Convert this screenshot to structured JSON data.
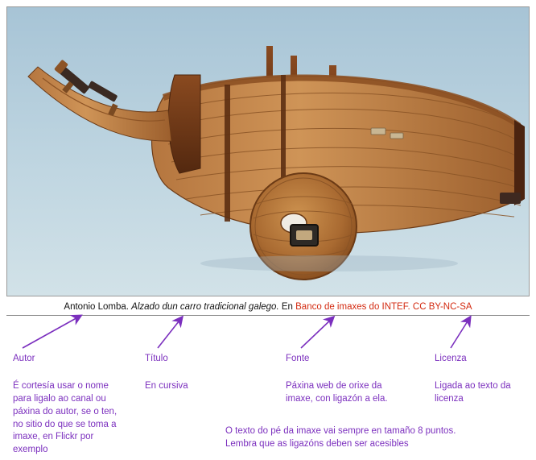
{
  "figure": {
    "alt_description": "Alzado dun carro tradicional galego",
    "background_colors": {
      "sky_top": "#a9c5d6",
      "sky_bottom": "#cfe0e6",
      "wood_light": "#c98a4b",
      "wood_mid": "#a9652f",
      "wood_dark": "#7a3f1c",
      "wood_deep": "#5e2d12"
    }
  },
  "caption": {
    "author": "Antonio Lomba.",
    "title": "Alzado dun carro tradicional galego.",
    "connector": "En",
    "source": "Banco de imaxes do INTEF.",
    "license": "CC BY-NC-SA",
    "link_color": "#d32a10"
  },
  "annotations": {
    "accent_color": "#7b2fbe",
    "items": [
      {
        "id": "autor",
        "label": "Autor",
        "note": "É cortesía usar o nome\npara ligalo ao canal ou\npáxina do autor, se o ten,\nno sitio do que se toma a\nimaxe, en Flickr por\nexemplo"
      },
      {
        "id": "titulo",
        "label": "Título",
        "note": "En cursiva"
      },
      {
        "id": "fonte",
        "label": "Fonte",
        "note": "Páxina web de orixe da\nimaxe, con ligazón a ela."
      },
      {
        "id": "licenza",
        "label": "Licenza",
        "note": "Ligada ao texto da\nlicenza"
      }
    ],
    "footer_note": "O texto do pé da imaxe vai sempre en tamaño 8 puntos.\nLembra que as ligazóns deben ser acesibles"
  }
}
